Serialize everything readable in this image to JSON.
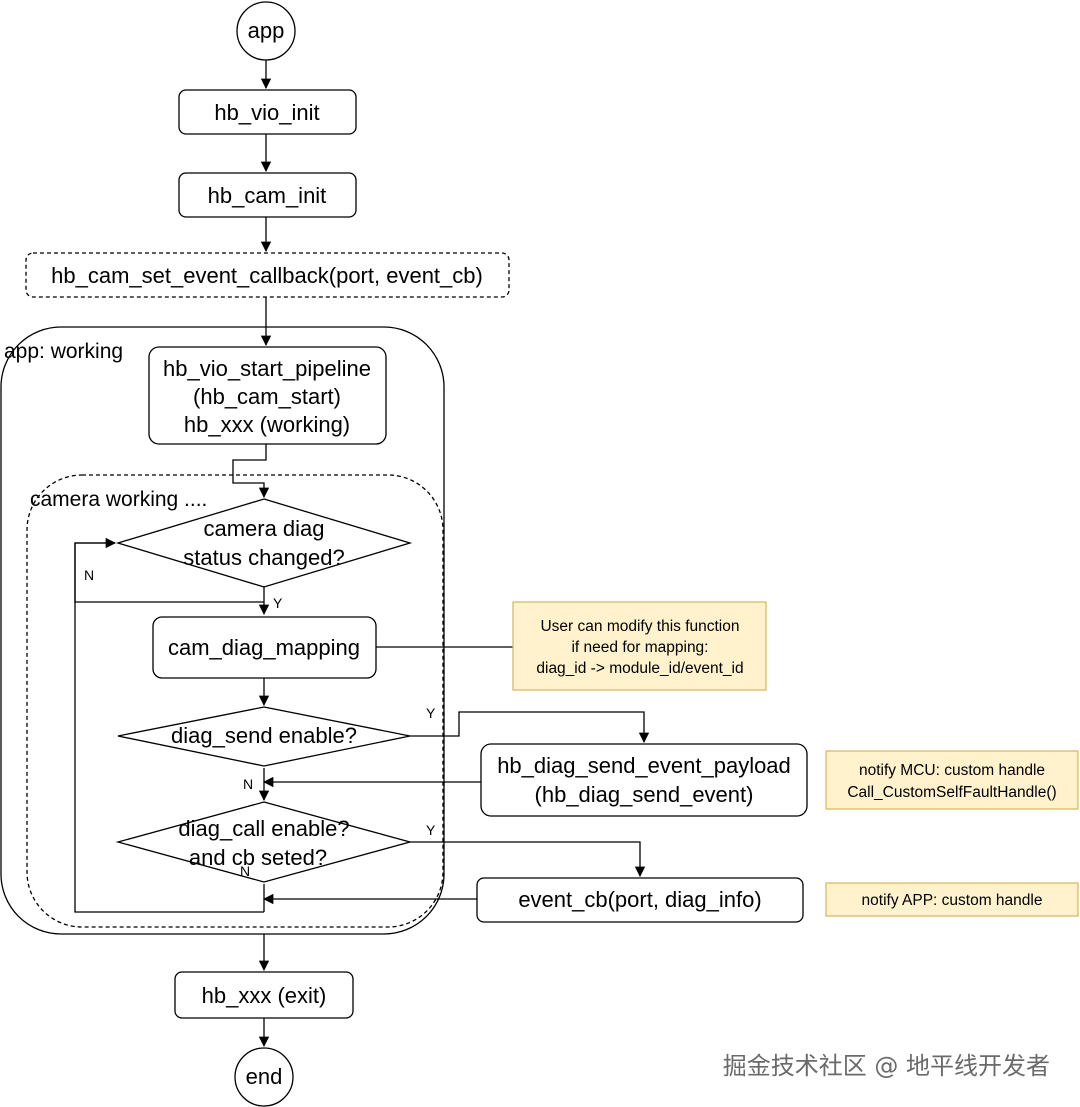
{
  "nodes": {
    "app": "app",
    "vio_init": "hb_vio_init",
    "cam_init": "hb_cam_init",
    "set_callback": "hb_cam_set_event_callback(port, event_cb)",
    "start_pipeline": [
      "hb_vio_start_pipeline",
      "(hb_cam_start)",
      "hb_xxx (working)"
    ],
    "status_changed": [
      "camera diag",
      "status changed?"
    ],
    "mapping": "cam_diag_mapping",
    "send_enable": "diag_send enable?",
    "send_payload": [
      "hb_diag_send_event_payload",
      "(hb_diag_send_event)"
    ],
    "call_enable": [
      "diag_call enable?",
      "and cb seted?"
    ],
    "event_cb": "event_cb(port, diag_info)",
    "exit": "hb_xxx (exit)",
    "end": "end"
  },
  "groups": {
    "app_working": "app: working",
    "camera_working": "camera working ...."
  },
  "notes": {
    "mapping_note": [
      "User can modify this function",
      "if need for mapping:",
      "diag_id -> module_id/event_id"
    ],
    "mcu_note": [
      "notify MCU: custom handle",
      "Call_CustomSelfFaultHandle()"
    ],
    "app_note": "notify APP: custom handle"
  },
  "edge_labels": {
    "status_no": "N",
    "status_yes": "Y",
    "send_yes": "Y",
    "send_no": "N",
    "call_yes": "Y",
    "call_no": "N"
  },
  "watermark": "掘金技术社区 @ 地平线开发者",
  "colors": {
    "note_fill": "#fff2cc",
    "note_stroke": "#d6b656",
    "line": "#000000"
  }
}
